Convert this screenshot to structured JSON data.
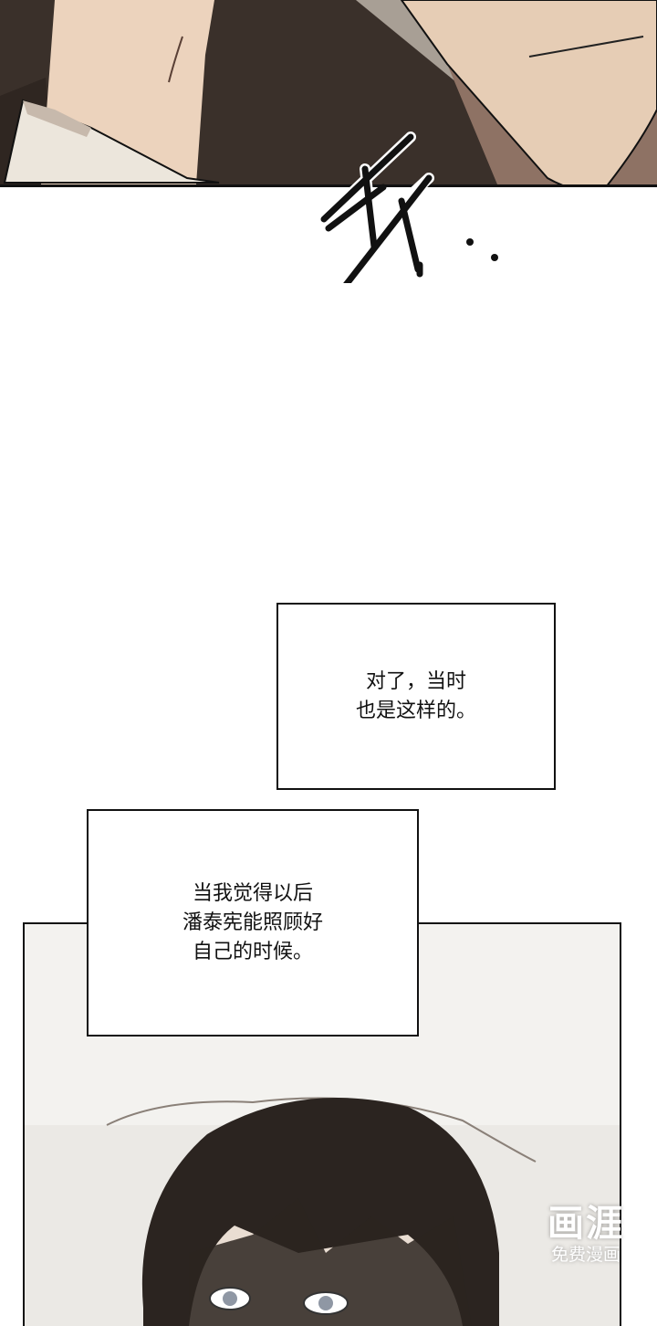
{
  "panels": [
    {
      "id": "panel-1",
      "sfx": "sfx-scribble"
    },
    {
      "id": "panel-2",
      "caption": "对了，当时\n也是这样的。"
    },
    {
      "id": "panel-3",
      "caption": "当我觉得以后\n潘泰宪能照顾好\n自己的时候。"
    }
  ],
  "watermark": {
    "logo": "画涯",
    "tagline": "免费漫画"
  },
  "colors": {
    "skin": "#ecd3bd",
    "suit": "#3a302a",
    "shirt": "#a39c93",
    "hair": "#2b2420",
    "border": "#111111"
  }
}
